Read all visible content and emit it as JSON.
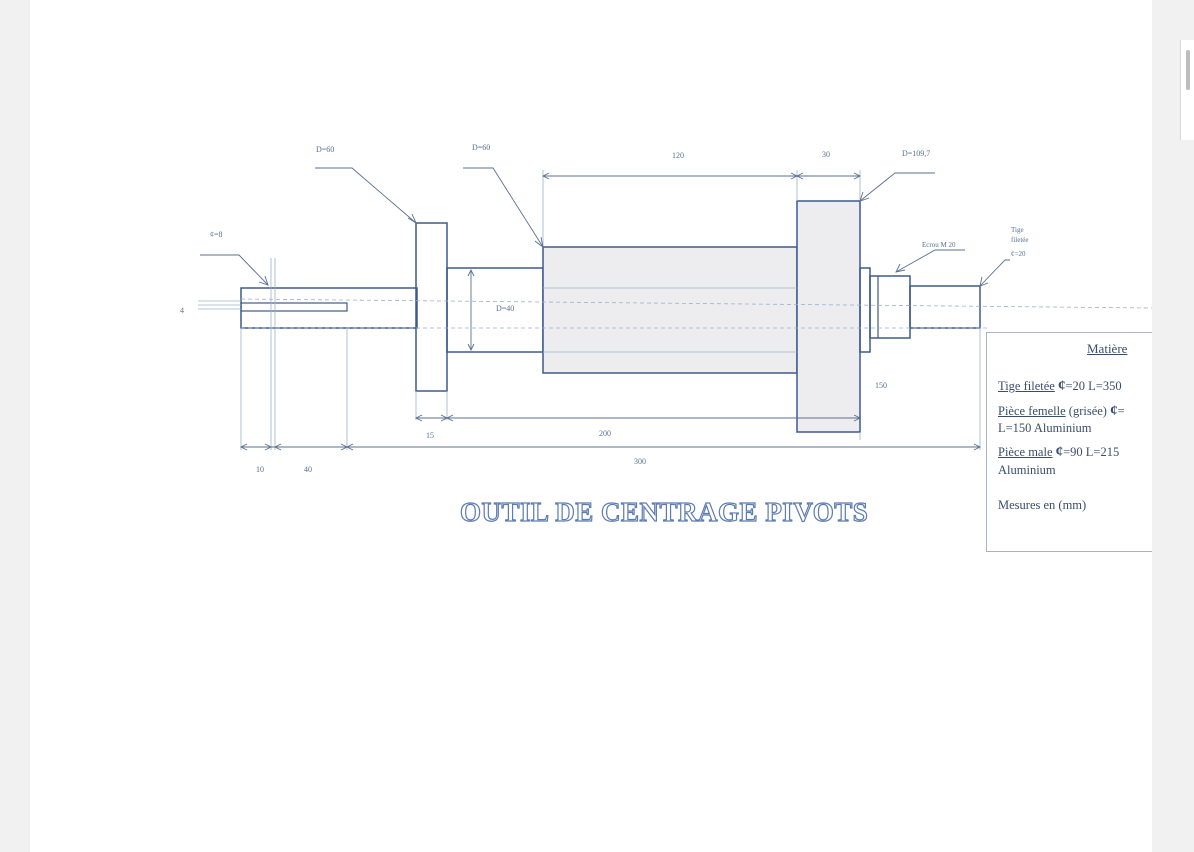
{
  "drawing": {
    "title": "OUTIL DE CENTRAGE PIVOTS",
    "labels": {
      "d60_left": "D=60",
      "d60_right": "D=60",
      "d109": "D=109,7",
      "phi_left": "¢=8",
      "d40": "D=40",
      "four": "4",
      "ecrou": "Ecrou M 20",
      "tige_line1": "Tige",
      "tige_line2": "filetée",
      "tige_line3": "¢=20",
      "dim_120": "120",
      "dim_30": "30",
      "dim_15": "15",
      "dim_200": "200",
      "dim_300": "300",
      "dim_10": "10",
      "dim_40": "40",
      "dim_150": "150"
    }
  },
  "spec": {
    "title": "Matière",
    "line1_label": "Tige filetée",
    "line1_sym": "¢",
    "line1_value": "=20  L=350",
    "line2_label": "Pièce femelle",
    "line2_mid": " (grisée)  ",
    "line2_sym": "¢",
    "line2_value": "=",
    "line3": "L=150 Aluminium",
    "line4_label": "Pièce male",
    "line4_sym": "¢",
    "line4_value": "=90  L=215",
    "line5": "Aluminium",
    "line6": "Mesures en (mm)"
  },
  "colors": {
    "outline": "#3d5a8a",
    "dimension": "#5a6f90",
    "fill_grey": "#ededf0"
  }
}
